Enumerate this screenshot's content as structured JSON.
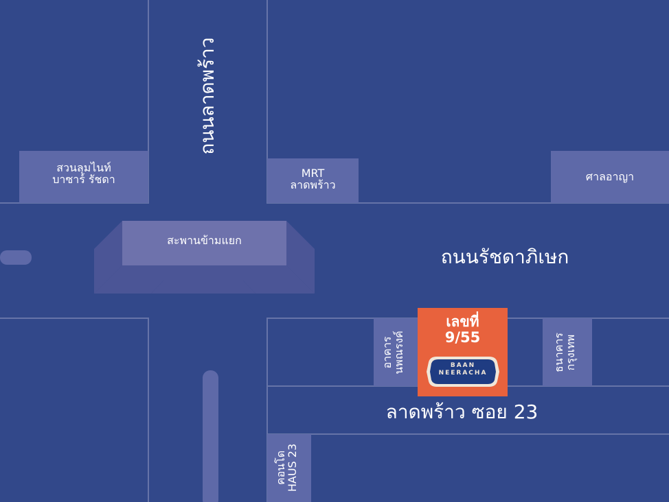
{
  "colors": {
    "background": "#32488a",
    "block_outline": "#6674a8",
    "building_fill": "#5e69a8",
    "bridge_top": "#6e72ac",
    "bridge_side": "#4b5596",
    "highlight_fill": "#e8623d",
    "logo_fill": "#1f3c82",
    "logo_text": "#f0e6d8",
    "text": "#ffffff"
  },
  "roads": {
    "ratchadaphisek": "ถนนรัชดาภิเษก",
    "lat_phrao_road": "ถนนลาดพร้าว",
    "soi": "ลาดพร้าว ซอย 23"
  },
  "landmarks": {
    "park": [
      "สวนลุมไนท์",
      "บาซาร์ รัชดา"
    ],
    "mrt": [
      "MRT",
      "ลาดพร้าว"
    ],
    "court": "ศาลอาญา",
    "bridge": "สะพานข้ามแยก",
    "building_left": [
      "อาคาร",
      "นพณรงค์"
    ],
    "bank": [
      "ธนาคาร",
      "กรุงเทพ"
    ],
    "condo": [
      "คอนโด",
      "HAUS 23"
    ]
  },
  "highlight": {
    "line1": "เลขที่",
    "line2": "9/55",
    "logo_line1": "BAAN",
    "logo_line2": "NEERACHA"
  }
}
